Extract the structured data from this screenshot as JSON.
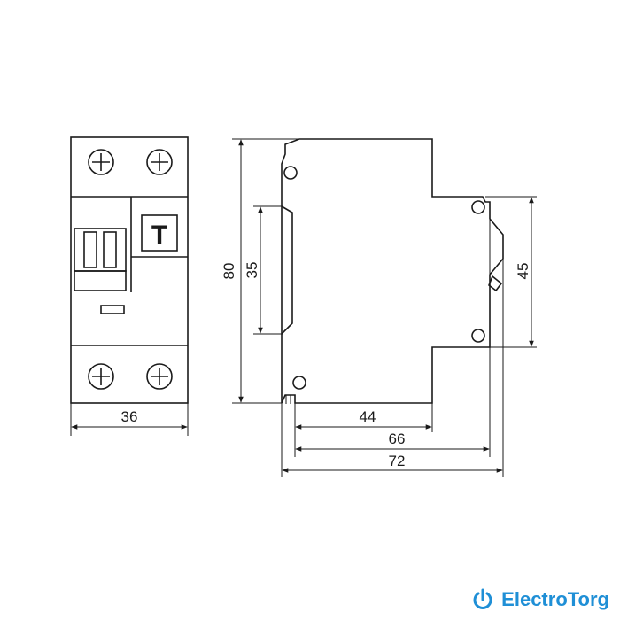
{
  "front_view": {
    "test_button_label": "T",
    "width_dim": "36"
  },
  "side_view": {
    "height_dim": "80",
    "rail_dim": "35",
    "terminal_dim": "45",
    "depth_dims": [
      "44",
      "66",
      "72"
    ]
  },
  "brand": {
    "name": "ElectroTorg",
    "color": "#1f8fd6",
    "icon": "power-icon"
  }
}
